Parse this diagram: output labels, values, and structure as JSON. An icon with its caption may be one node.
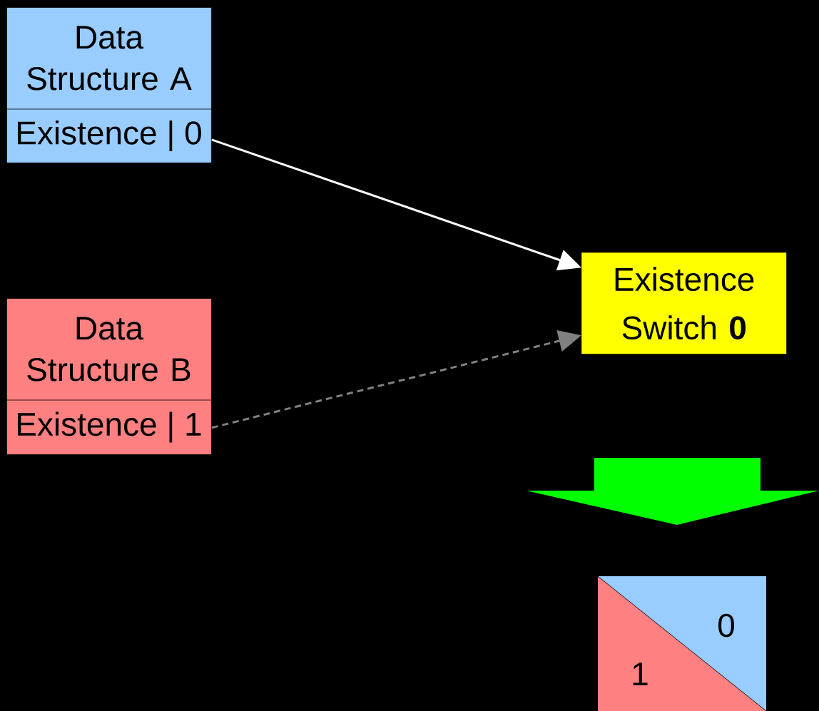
{
  "diagram": {
    "nodes": [
      {
        "text": [
          "Data Structure A",
          "Existence | 0"
        ]
      },
      {
        "text": [
          "Data Structure B",
          "Existence | 1"
        ]
      },
      {
        "text": [
          "Existence Switch **0**"
        ]
      },
      {
        "text": [
          "0",
          "1"
        ]
      }
    ],
    "edges": [
      {
        "from": 0,
        "to": 2,
        "arrow": "to",
        "color": "#ffffff"
      },
      {
        "from": 1,
        "to": 2,
        "arrow": "to",
        "style": "dashed",
        "color": "#808080"
      }
    ]
  }
}
